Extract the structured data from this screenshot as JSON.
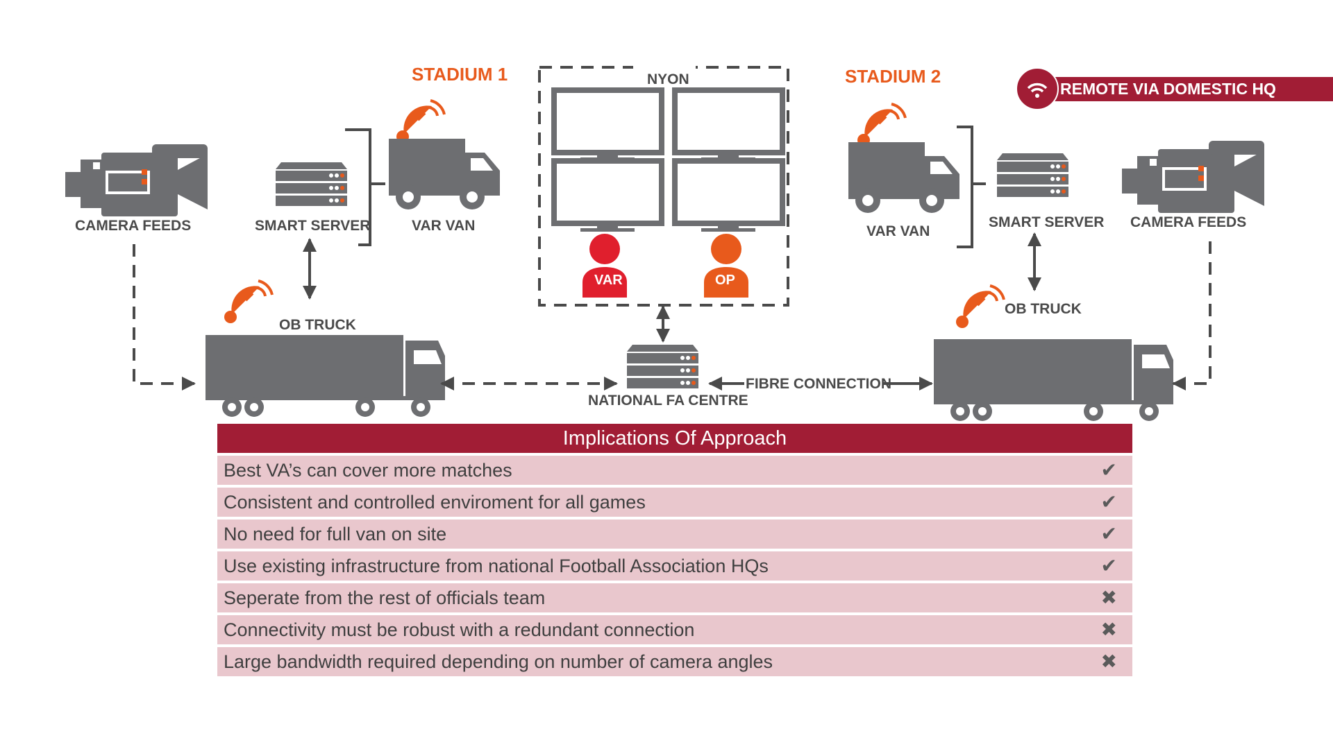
{
  "stadium_1": {
    "title": "STADIUM 1",
    "camera_label": "CAMERA FEEDS",
    "server_label": "SMART SERVER",
    "van_label": "VAR  VAN",
    "truck_label": "OB TRUCK"
  },
  "stadium_2": {
    "title": "STADIUM 2",
    "camera_label": "CAMERA FEEDS",
    "server_label": "SMART SERVER",
    "van_label": "VAR VAN",
    "truck_label": "OB TRUCK"
  },
  "hub": {
    "title": "NYON",
    "var_label": "VAR",
    "op_label": "OP",
    "centre_label": "NATIONAL FA CENTRE",
    "fibre_label": "FIBRE CONNECTION"
  },
  "badge": {
    "text": "REMOTE VIA DOMESTIC HQ",
    "icon": "wifi-icon"
  },
  "colors": {
    "accent_red": "#a11d35",
    "orange": "#e85a1c",
    "var_red": "#e01f2d",
    "gray": "#6d6e71",
    "row_bg": "#e9c7cd"
  },
  "implications": {
    "title": "Implications Of Approach",
    "rows": [
      {
        "text": "Best VA’s can cover more matches",
        "mark": "✔",
        "status": "pro"
      },
      {
        "text": "Consistent and controlled enviroment for all games",
        "mark": "✔",
        "status": "pro"
      },
      {
        "text": "No need for full van on site",
        "mark": "✔",
        "status": "pro"
      },
      {
        "text": "Use existing infrastructure from national Football Association HQs",
        "mark": "✔",
        "status": "pro"
      },
      {
        "text": "Seperate from the rest of officials team",
        "mark": "✖",
        "status": "con"
      },
      {
        "text": "Connectivity must be robust with a redundant connection",
        "mark": "✖",
        "status": "con"
      },
      {
        "text": "Large bandwidth required depending on number of camera angles",
        "mark": "✖",
        "status": "con"
      }
    ]
  }
}
